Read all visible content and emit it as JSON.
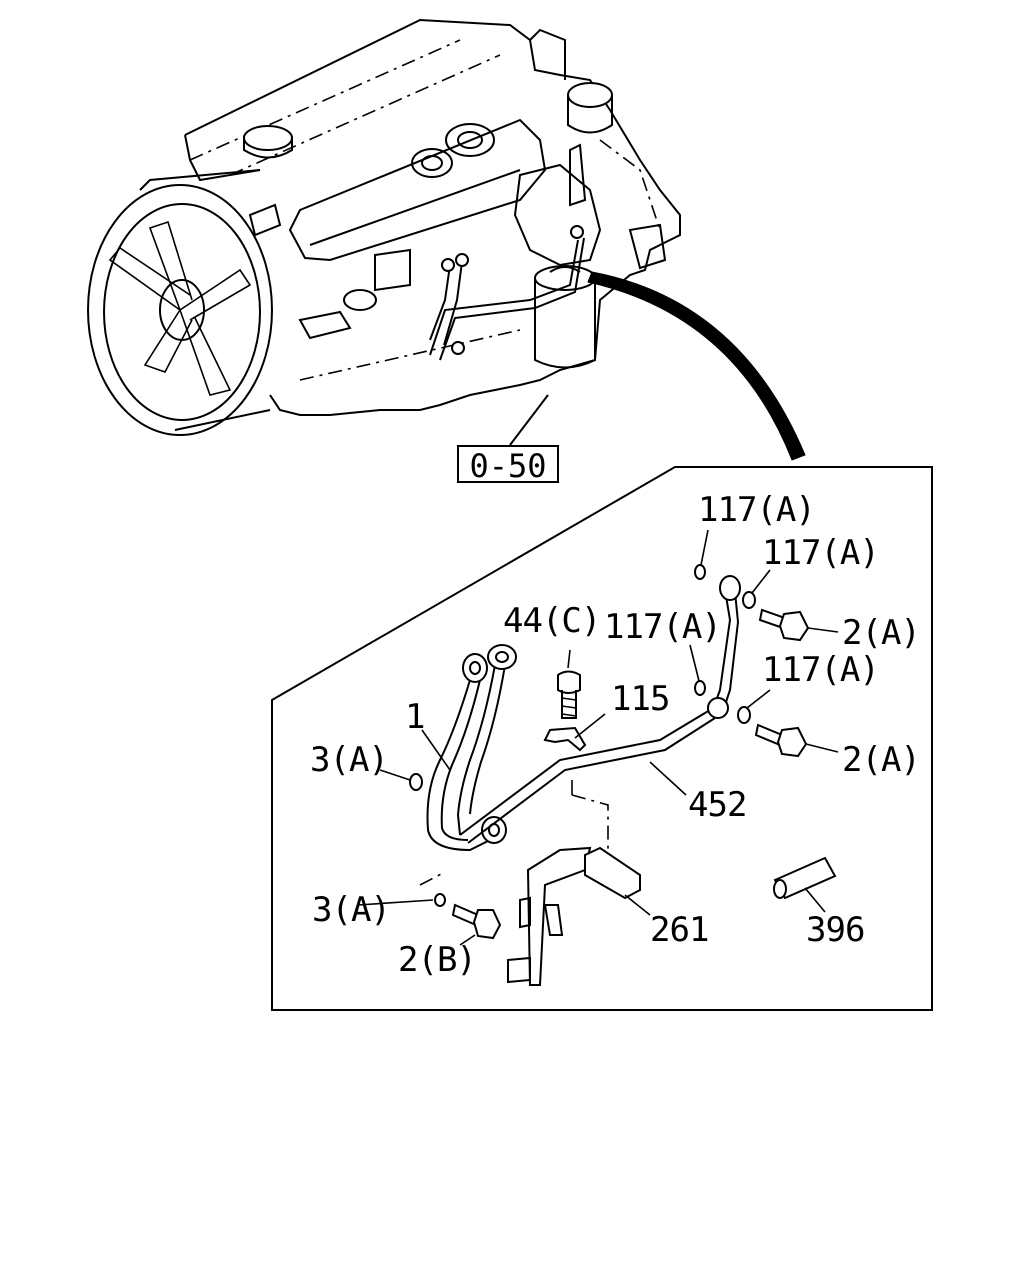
{
  "reference": "0-50",
  "labels": {
    "p117a_1": "117(A)",
    "p117a_2": "117(A)",
    "p117a_3": "117(A)",
    "p117a_4": "117(A)",
    "p2a_1": "2(A)",
    "p2a_2": "2(A)",
    "p44c": "44(C)",
    "p115": "115",
    "p1": "1",
    "p3a_1": "3(A)",
    "p3a_2": "3(A)",
    "p452": "452",
    "p2b": "2(B)",
    "p261": "261",
    "p396": "396"
  }
}
